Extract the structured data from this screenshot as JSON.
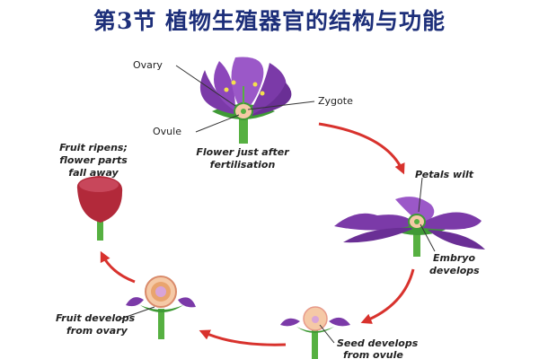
{
  "title": "第3节  植物生殖器官的结构与功能",
  "labels": {
    "ovary": "Ovary",
    "zygote": "Zygote",
    "ovule": "Ovule",
    "flower_after_1": "Flower just after",
    "flower_after_2": "fertilisation",
    "petals_wilt": "Petals wilt",
    "embryo_1": "Embryo",
    "embryo_2": "develops",
    "seed_1": "Seed develops",
    "seed_2": "from ovule",
    "fruit_dev_1": "Fruit develops",
    "fruit_dev_2": "from ovary",
    "fruit_ripens_1": "Fruit ripens;",
    "fruit_ripens_2": "flower parts",
    "fruit_ripens_3": "fall away"
  },
  "colors": {
    "title": "#1d2f7a",
    "petal": "#7b3aa8",
    "petal_light": "#a15fd0",
    "sepal": "#3f9a36",
    "stem": "#56b041",
    "arrow": "#d8322d",
    "fruit": "#b2293a",
    "ovary_fill": "#f5c9a6"
  }
}
